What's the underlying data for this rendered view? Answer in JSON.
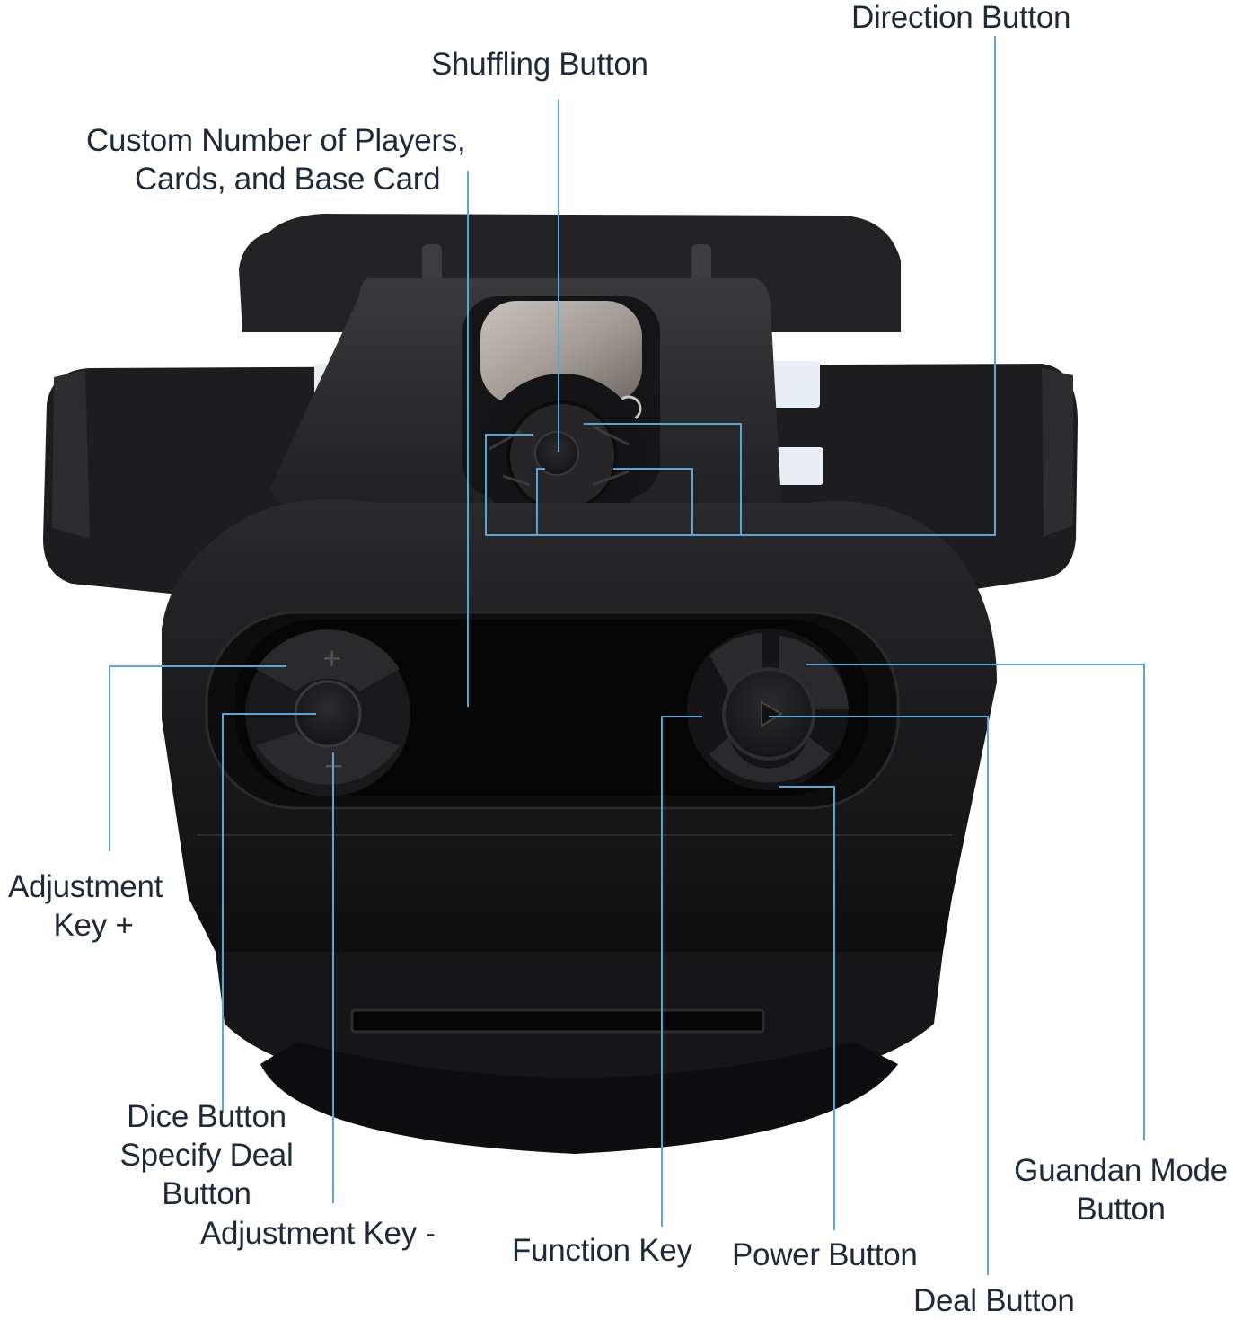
{
  "labels": {
    "direction_button": "Direction Button",
    "shuffling_button": "Shuffling Button",
    "custom_players": [
      "Custom Number of Players,",
      "Cards, and Base Card"
    ],
    "adjustment_key_plus": [
      "Adjustment",
      "Key +"
    ],
    "dice_button": [
      "Dice Button",
      "Specify Deal",
      "Button"
    ],
    "adjustment_key_minus": "Adjustment Key -",
    "function_key": "Function Key",
    "power_button": "Power Button",
    "deal_button": "Deal Button",
    "guandan_mode": [
      "Guandan Mode",
      "Button"
    ]
  },
  "colors": {
    "leader_line": "#5aa6d6",
    "device_body": "#1a1a1c",
    "label_text": "#1e2a3a"
  }
}
